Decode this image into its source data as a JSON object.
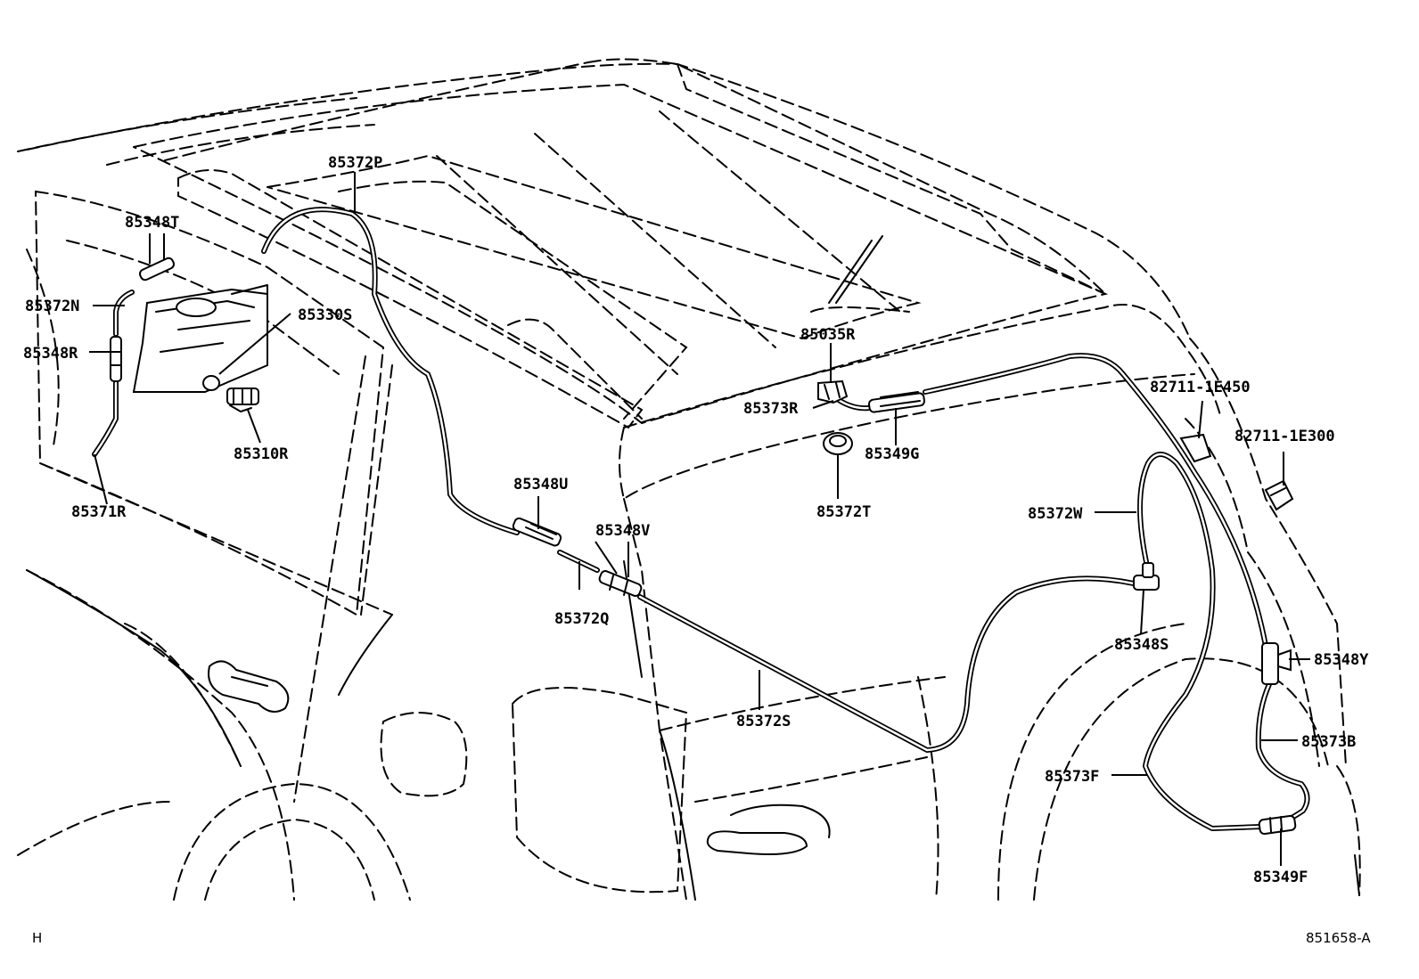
{
  "labels": {
    "p85372P": "85372P",
    "p85348T": "85348T",
    "p85372N": "85372N",
    "p85330S": "85330S",
    "p85348R": "85348R",
    "p85310R": "85310R",
    "p85371R": "85371R",
    "p85348U": "85348U",
    "p85348V": "85348V",
    "p85372Q": "85372Q",
    "p85372S": "85372S",
    "p85035R": "85035R",
    "p85373R": "85373R",
    "p85349G": "85349G",
    "p85372T": "85372T",
    "p82711_1E450": "82711-1E450",
    "p82711_1E300": "82711-1E300",
    "p85372W": "85372W",
    "p85348S": "85348S",
    "p85348Y": "85348Y",
    "p85373B": "85373B",
    "p85373F": "85373F",
    "p85349F": "85349F"
  },
  "footer": {
    "left_mark": "H",
    "figure_id": "851658-A"
  }
}
